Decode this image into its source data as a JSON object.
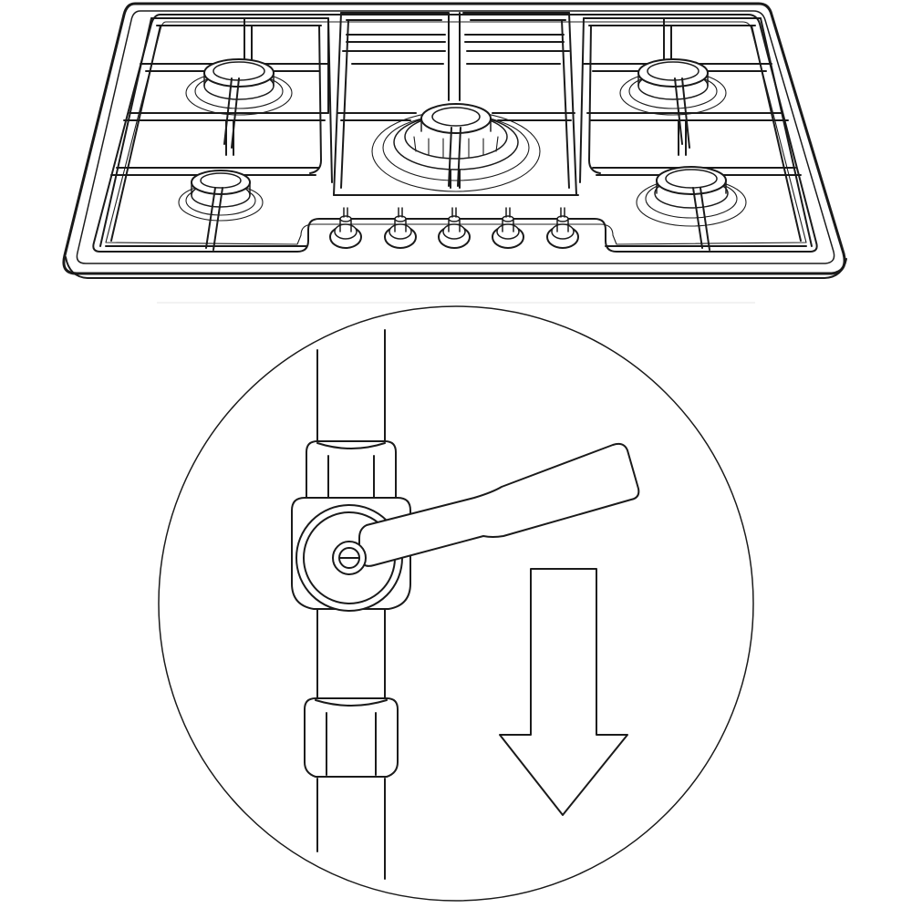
{
  "figure": {
    "colors": {
      "ink": "#1a1a1a",
      "background": "#ffffff",
      "divider": "#e6e6e6"
    },
    "hob": {
      "burner_count": 5,
      "knob_count": 5,
      "burners": [
        {
          "name": "rear-left",
          "size": "medium"
        },
        {
          "name": "front-left",
          "size": "small"
        },
        {
          "name": "center",
          "size": "wok"
        },
        {
          "name": "rear-right",
          "size": "medium"
        },
        {
          "name": "front-right",
          "size": "medium"
        }
      ]
    },
    "valve_detail": {
      "handle_position": "horizontal",
      "arrow_direction": "down"
    }
  }
}
